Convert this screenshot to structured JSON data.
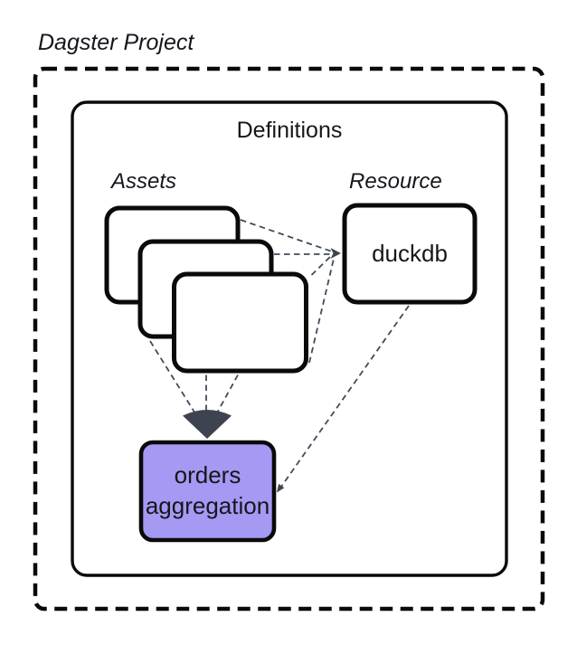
{
  "diagram": {
    "title": "Dagster Project",
    "definitions": {
      "label": "Definitions"
    },
    "assets": {
      "label": "Assets",
      "card_count": 3
    },
    "resource": {
      "label": "Resource",
      "node": "duckdb"
    },
    "orders_node": {
      "line1": "orders",
      "line2": "aggregation"
    },
    "colors": {
      "node_fill": "#ffffff",
      "orders_fill": "#a49af3",
      "connector": "#3f4b59",
      "arrowhead": "#3d4450",
      "border": "#0a0a0a"
    }
  }
}
